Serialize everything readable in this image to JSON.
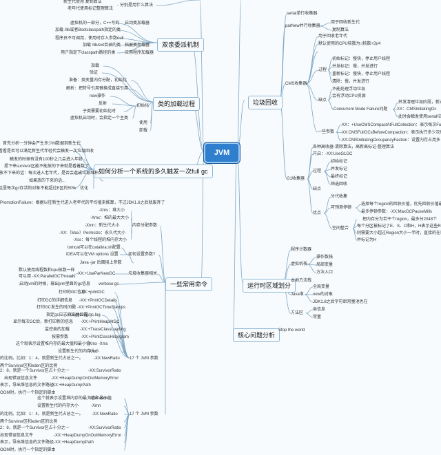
{
  "root": "JVM",
  "colors": {
    "root_fill": "#2f7fce",
    "line": "#7fa6c4",
    "background": "#f7fbfd"
  },
  "left": {
    "top_fragments": [
      "新生代使用 复制算法",
      "老年代使用标记整理算法",
      "分别是用什么算法"
    ],
    "parents": {
      "title": "双亲委派机制",
      "items": [
        [
          "虚拟机的一部分，C++写的",
          "启动类加载器"
        ],
        [
          "加载 /lib或者Bootclasspath指定的类",
          ""
        ],
        [
          "程序员不可调用，使用时存入参数null",
          ""
        ],
        [
          "加载 /lib/ext目录的类",
          "拓展类加载器"
        ],
        [
          "用户指定下classpath路径的类",
          "应用程序加载器"
        ]
      ]
    },
    "loading": {
      "title": "类的加载过程",
      "steps": [
        "加载",
        "验证",
        "准备：类变量内存分配，初始化",
        "解析：把符号引用替换成直接引用",
        "初始化",
        "使用",
        "卸载"
      ],
      "init": [
        "new操作",
        "反射",
        "子类需要初始化时",
        "虚拟机启动时，会指定一个主类"
      ],
      "init_label": "初始化"
    },
    "fullgc": {
      "title": "如何分析一个系统的多久触发一次full gc",
      "items": [
        "首先分析一分钟会产生多少M数据到新生代",
        "看看是否可以满足新生代年轻代会触发一次垃圾回收",
        "触发的时候有没有100秒之几会进入年龄",
        "提下来survivor区能不能放的下来就是看着数了",
        "放不下来的话：每次进入老年代，是否会造成垃圾堆积",
        "如果放的下来的话...",
        "这里每次gc存活的对象不能超过E区的50%",
        "优化"
      ]
    },
    "promo": "PromotionFailure：根据以往新生代进入老年代的平均值来推算，不过JDK1.6之后就废弃了",
    "commands": {
      "title": "一些常用命令",
      "memory_label": "内存分配参数",
      "memory": [
        "-Xms：堆大小",
        "-Xmx：堆的最大大小",
        "-Xmn：新生代大小",
        "-XX:（Max）Permsize：永久代大小",
        "-Xss：每个线程的堆内存大小"
      ],
      "howset_label": "如何设置参数?",
      "howset": [
        "tomcat可以在catalina.sh配置",
        "IDEA可以在VM options 设置",
        "Java -jar 后面接上参数"
      ],
      "gc_label": "垃圾收集器相关",
      "gc": [
        "默认使用线程数和cpu核数一样",
        "可以用 -XX:ParallelGCThreads",
        "-XX:+UseParNewGC",
        "启动jvm的时候，输出jvm里面的gc信息",
        "verbose:gc"
      ],
      "print": [
        [
          "打印的GC信息",
          "-XX:+printGC"
        ],
        [
          "打印GC的详细信息",
          "-XX:+PrintGCDetails"
        ],
        [
          "打印GC发生的时间戳",
          "-XX:+PrintGCTimeStamps"
        ],
        [
          "指定gc日志的文件位置",
          "-Xloggc:log/gc.log"
        ],
        [
          "显示每次GC后，新打印新的信息",
          "-XX:+PrintHeapAtGC"
        ],
        [
          "监控类的加载",
          "-XX:+TraceClassLoading"
        ],
        [
          "按需参数",
          "-XX:+PrintClassHistogram"
        ],
        [
          "这个就表示设置堆内存的最大值和最小值",
          "-Xmx -Xms"
        ],
        [
          "设置新生代的内存大小",
          "-Xmn"
        ]
      ],
      "jvm17_label": "17 个 JVM 参数",
      "tail1": [
        [
          "的比例。比如：1：4，就是新生代占总之一。",
          "-XX:NewRatio"
        ],
        [
          "两个Survivor区和eden区的比例",
          ""
        ],
        [
          "2：8，就是一个Survivor区占十分之一",
          "-XX:SurvivorRatio"
        ],
        [
          "出现错误信息文件",
          "-XX:+HeapDumpOnOutMemoryError"
        ],
        [
          "表示，导出堆信息的文件路径",
          "-XX:+HeapDumpPath"
        ],
        [
          "OOM时，执行一个指定的脚本",
          ""
        ]
      ],
      "tail2": [
        [
          "这个就表示设置堆内存的最大值和最小值",
          "-Xmx -Xms"
        ],
        [
          "设置新生代的内存大小",
          "-Xmn"
        ],
        [
          "的比例。比如：1：4，就是新生代占总之一。",
          "-XX:NewRatio"
        ],
        [
          "两个Survivor区和eden区的比例",
          ""
        ],
        [
          "2：8，就是一个Survivor区占十分之一",
          "-XX:SurvivorRatio"
        ],
        [
          "出现错误信息文件",
          "-XX:+HeapDumpOnOutMemoryError"
        ],
        [
          "表示，导出堆信息的文件路径",
          "-XX:+HeapDumpPath"
        ],
        [
          "OOM时，执行一个指定的脚本",
          ""
        ]
      ]
    }
  },
  "right": {
    "gc": {
      "title": "垃圾回收",
      "serial": "serial单行收集器",
      "parnew": "parNew并行收集器",
      "parnew_items": [
        "用于回收新生代",
        "复制算法"
      ],
      "cms_label": "CMS收集器",
      "cms_top": [
        "用于回收老年代",
        "默认使用的CPU核数为:(核数+3)/4"
      ],
      "process_label": "过程",
      "process": [
        "初始标记：慢快，停止用户线程",
        "并发标记：慢，并发进行",
        "重新标记：慢快，停止用户线程",
        "清除：慢，并发进行"
      ],
      "cons_label": "缺点",
      "cons": [
        "不能处理浮动垃圾",
        "会有浮动CPU资源"
      ],
      "cmf_label": "Concurrent Mode Failure问题",
      "cmf": [
        "并发清理垃圾阶段，新进",
        "-XX：CMSInitiatingOc",
        "此时会触发使用serial垃"
      ],
      "params_label": "一些参数",
      "params": [
        "-XX：+UseCMSCompactAtFullCollection：表示每次Ful",
        "-XX:CMSFullGCsBeforeCompaction：表示执行多少次F",
        "-XX:CMSInitiatingOccupancyFaction：设置内存占用多"
      ],
      "g1_label": "G1收集器",
      "g1_top": "各种高收器-清除算法，高新高标记-整理算法",
      "g1_open": [
        "开启：-XX:UseG1GC"
      ],
      "g1_process_label": "过程",
      "g1_process": [
        "初始标记",
        "并发标记",
        "最终标记",
        "筛选回收"
      ],
      "g1_cons_label": "缺点",
      "g1_pros_label": "优点",
      "g1_pros": [
        "分代收集",
        "可预测停顿"
      ],
      "g1_pause": [
        "选择每个region的回收价值，优先回收价值最",
        "最多停顿参数：-XX:MaxGCPauseMills"
      ],
      "space_label": "空间整合",
      "space": [
        "把内存分为若干个region，最多分2048个",
        "每个分区被标记了E、S、O和H，H表示这些Regi",
        "则需要大小超过Region大小一半时，直接的在新的",
        "并标记为H"
      ]
    },
    "runtime": {
      "title": "运行时区域划分",
      "items": [
        "程序计数器",
        "虚拟机栈",
        "本地方法栈",
        "Java堆",
        "方法区"
      ],
      "stack": [
        "操作数栈",
        "局部变量",
        "方法入口"
      ],
      "heap": [
        "全局变量",
        "new的对象",
        "JDK1.8之后字符串常量池也在"
      ],
      "method": [
        "类信息",
        "常量"
      ]
    },
    "oom": {
      "title": "核心问题分析",
      "item": "Stop the world"
    }
  }
}
